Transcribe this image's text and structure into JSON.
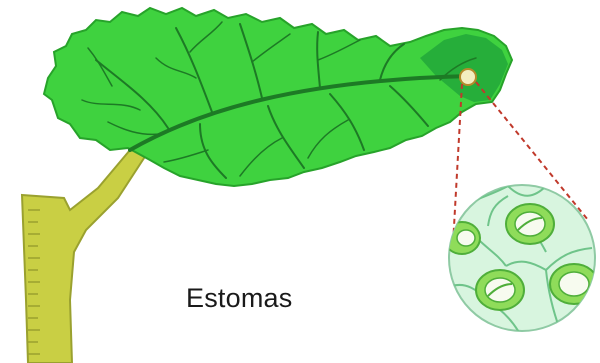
{
  "caption": "Estomas",
  "colors": {
    "leaf": "#3fd23f",
    "leaf_dark": "#1e8a2a",
    "vein": "#1d7a25",
    "stem": "#c9cf44",
    "stem_dark": "#9aa12f",
    "cell_fill": "#d8f5df",
    "cell_wall": "#6fc48a",
    "guard_cell": "#8fdc5a",
    "dashed_line": "#c0392b"
  },
  "icons": [
    "leaf-diagram",
    "stoma-cell-magnified"
  ]
}
